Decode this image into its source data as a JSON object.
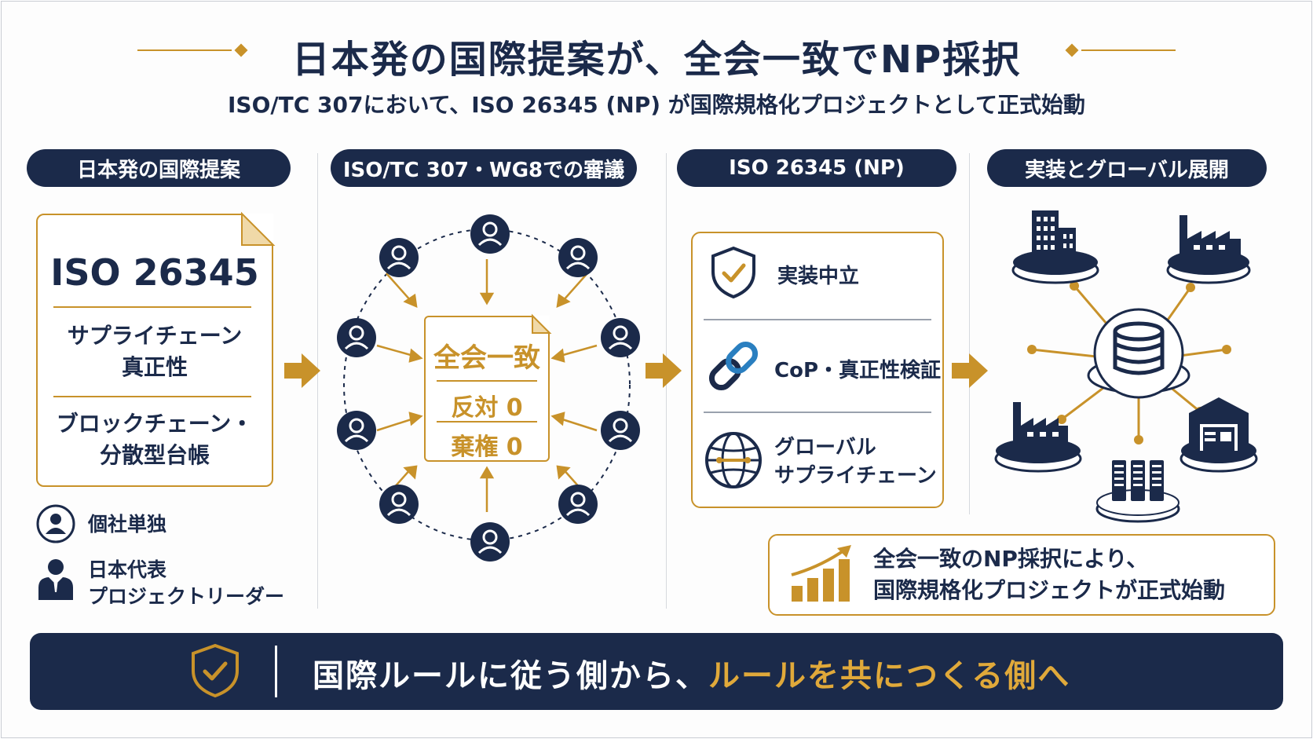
{
  "title": "日本発の国際提案が、全会一致でNP採択",
  "subtitle": "ISO/TC 307において、ISO 26345 (NP) が国際規格化プロジェクトとして正式始動",
  "columns": [
    {
      "header": "日本発の国際提案"
    },
    {
      "header": "ISO/TC 307・WG8での審議"
    },
    {
      "header": "ISO 26345 (NP)"
    },
    {
      "header": "実装とグローバル展開"
    }
  ],
  "proposal_doc": {
    "title": "ISO 26345",
    "topic1": [
      "サプライチェーン",
      "真正性"
    ],
    "topic2": [
      "ブロックチェーン・",
      "分散型台帳"
    ]
  },
  "legend": {
    "solo": "個社単独",
    "leader": [
      "日本代表",
      "プロジェクトリーダー"
    ]
  },
  "vote": {
    "result": "全会一致",
    "against": "反対 0",
    "abstain": "棄権 0"
  },
  "features": [
    {
      "icon": "shield-check-icon",
      "label": [
        "実装中立"
      ]
    },
    {
      "icon": "chain-link-icon",
      "label": [
        "CoP・真正性検証"
      ]
    },
    {
      "icon": "globe-icon",
      "label": [
        "グローバル",
        "サプライチェーン"
      ]
    }
  ],
  "result_box": [
    "全会一致のNP採択により、",
    "国際規格化プロジェクトが正式始動"
  ],
  "banner": {
    "part1": "国際ルールに従う側から、",
    "part2": "ルールを共につくる側へ"
  },
  "colors": {
    "navy": "#1b2a4a",
    "gold": "#c8922a",
    "white": "#ffffff"
  }
}
